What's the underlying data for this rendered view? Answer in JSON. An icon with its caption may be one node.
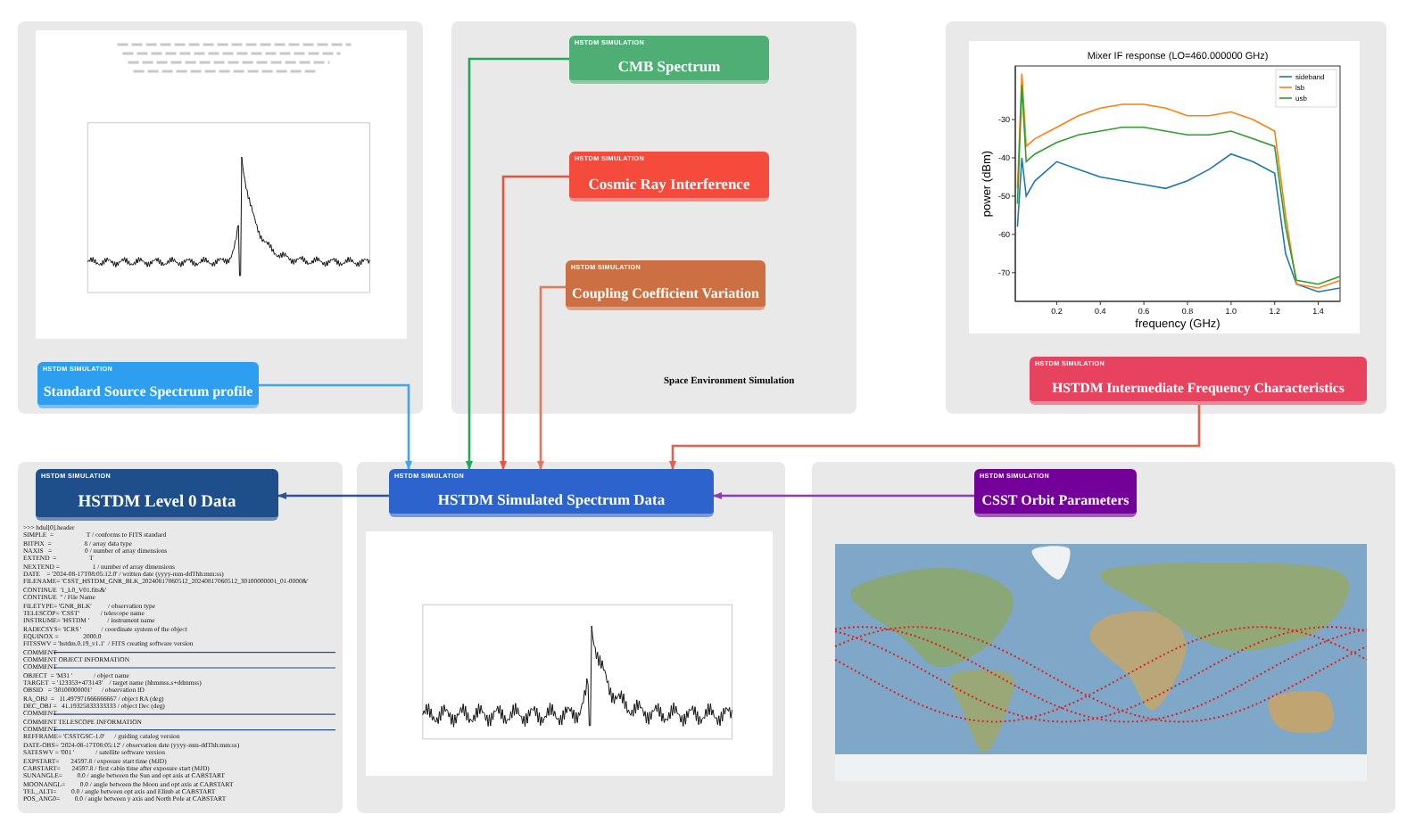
{
  "diagram": {
    "nodes": [
      {
        "text": [
          "HSTDM SIMULATION",
          "Standard Source Spectrum profile"
        ]
      },
      {
        "text": [
          "HSTDM SIMULATION",
          "CMB Spectrum"
        ]
      },
      {
        "text": [
          "HSTDM SIMULATION",
          "Cosmic Ray Interference"
        ]
      },
      {
        "text": [
          "HSTDM SIMULATION",
          "Coupling Coefficient Variation"
        ]
      },
      {
        "text": [
          "HSTDM SIMULATION",
          "HSTDM Intermediate Frequency Characteristics"
        ]
      },
      {
        "text": [
          "HSTDM SIMULATION",
          "HSTDM Level 0 Data"
        ]
      },
      {
        "text": [
          "HSTDM SIMULATION",
          "HSTDM Simulated Spectrum Data"
        ]
      },
      {
        "text": [
          "HSTDM SIMULATION",
          "CSST Orbit Parameters"
        ]
      }
    ],
    "edges": [
      {
        "from": 0,
        "to": 6,
        "arrow": "to",
        "color": "#3aa7f0"
      },
      {
        "from": 1,
        "to": 6,
        "arrow": "to",
        "color": "#1faa55"
      },
      {
        "from": 2,
        "to": 6,
        "arrow": "to",
        "color": "#f0503c"
      },
      {
        "from": 3,
        "to": 6,
        "arrow": "to",
        "color": "#e8775a"
      },
      {
        "from": 4,
        "to": 6,
        "arrow": "to",
        "color": "#e8604a"
      },
      {
        "from": 6,
        "to": 5,
        "arrow": "to",
        "color": "#2c5596"
      },
      {
        "from": 7,
        "to": 6,
        "arrow": "to",
        "color": "#8a3db0"
      }
    ],
    "labels": [
      "Space Environment Simulation",
      ">>> hdul[0].header",
      "SIMPLE  =                    T / conforms to FITS standard",
      "BITPIX  =                    8 / array data type",
      "NAXIS   =                    0 / number of array dimensions",
      "EXTEND  =                    T",
      "NEXTEND =                    1 / number of array dimensions",
      "DATE    = '2024-08-17T08:05:12.0' / written date (yyyy-mm-ddThh:mm:ss)",
      "FILENAME= 'CSST_HSTDM_GNR_BLK_20240817060512_20240817060512_30100000001_01-0000&'",
      "CONTINUE  '1_L0_V01.fits&'",
      "CONTINUE  '' / File Name",
      "FILETYPE= 'GNR_BLK'          / observation type",
      "TELESCOP= 'CSST'             / telescope name",
      "INSTRUME= 'HSTDM '           / instrument name",
      "RADECSYS= 'ICRS '            / coordinate system of the object",
      "EQUINOX =               2000.0",
      "FITSSWV = 'hstdm.0.19_v1.1'  / FITS creating software version",
      "COMMENT",
      "COMMENT OBJECT INFORMATION",
      "COMMENT",
      "OBJECT  = 'M31 '             / object name",
      "TARGET  = '123353+473143'    / target name (hhmmss.s+ddmmss)",
      "OBSID   = '30100000001'      / observation ID",
      "RA_OBJ  =   11.497971666666667 / object RA (deg)",
      "DEC_OBJ =   41.19325833333333 / object Dec (deg)",
      "COMMENT",
      "COMMENT TELESCOPE INFORMATION",
      "COMMENT",
      "REFFRAME= 'CSSTGSC-1.0'      / guiding catalog version",
      "DATE-OBS= '2024-08-17T08:05:12' / observation date (yyyy-mm-ddThh:mm:ss)",
      "SATESWV = '001 '             / satellite software version",
      "EXPSTART=       24597.8 / exposure start time (MJD)",
      "CABSTART=       24597.8 / first cabin time after exposure start (MJD)",
      "SUNANGLE=         0.0 / angle between the Sun and opt axis at CABSTART",
      "MOONANGL=         0.0 / angle between the Moon and opt axis at CABSTART",
      "TEL_ALTI=         0.0 / angle between opt axis and Elimb at CABSTART",
      "POS_ANG0=         0.0 / angle between y axis and North Pole at CABSTART"
    ],
    "chart_data": {
      "type": "line",
      "title": "Mixer IF response (LO=460.000000 GHz)",
      "xlabel": "frequency (GHz)",
      "ylabel": "power (dBm)",
      "x": [
        0.02,
        0.04,
        0.06,
        0.1,
        0.2,
        0.3,
        0.4,
        0.5,
        0.6,
        0.7,
        0.8,
        0.9,
        1.0,
        1.1,
        1.2,
        1.25,
        1.3,
        1.4,
        1.5
      ],
      "series": [
        {
          "name": "sideband",
          "color": "#1f77b4",
          "values": [
            -58,
            -40,
            -50,
            -46,
            -41,
            -43,
            -45,
            -46,
            -47,
            -48,
            -46,
            -43,
            -39,
            -41,
            -44,
            -65,
            -73,
            -75,
            -74
          ]
        },
        {
          "name": "lsb",
          "color": "#ff7f0e",
          "values": [
            -48,
            -18,
            -37,
            -35,
            -32,
            -29,
            -27,
            -26,
            -26,
            -27,
            -29,
            -29,
            -28,
            -30,
            -33,
            -55,
            -73,
            -74,
            -72
          ]
        },
        {
          "name": "usb",
          "color": "#2ca02c",
          "values": [
            -52,
            -21,
            -41,
            -39,
            -36,
            -34,
            -33,
            -32,
            -32,
            -33,
            -34,
            -34,
            -33,
            -35,
            -37,
            -58,
            -72,
            -73,
            -71
          ]
        }
      ],
      "xlim": [
        0.01,
        1.5
      ],
      "ylim": [
        -77.5,
        -16
      ],
      "xticks": [
        0.2,
        0.4,
        0.6,
        0.8,
        {
          "value": 1.0,
          "label": "1.0"
        },
        1.2,
        1.4
      ],
      "legend": "upper right",
      "yticks": [
        -30,
        -40,
        -50,
        -60,
        -70
      ]
    }
  }
}
